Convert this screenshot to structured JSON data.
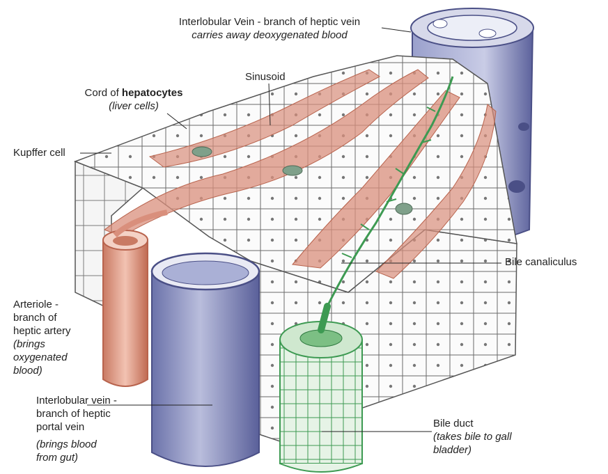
{
  "labels": {
    "interlobular_vein_top": {
      "title": "Interlobular Vein - branch of heptic vein",
      "note": "carries away deoxygenated blood"
    },
    "sinusoid": "Sinusoid",
    "cord": {
      "prefix": "Cord of ",
      "bold": "hepatocytes",
      "note": "(liver cells)"
    },
    "kupffer": "Kupffer cell",
    "bile_canaliculus": "Bile canaliculus",
    "arteriole": {
      "line1": "Arteriole -",
      "line2": "branch of",
      "line3": "heptic artery",
      "note1": "(brings",
      "note2": "oxygenated",
      "note3": "blood)"
    },
    "portal_vein": {
      "line1": "Interlobular vein -",
      "line2": "branch of heptic",
      "line3": "portal vein",
      "note1": "(brings blood",
      "note2": "from gut)"
    },
    "bile_duct": {
      "title": "Bile duct",
      "note1": "(takes bile to gall",
      "note2": "bladder)"
    }
  },
  "colors": {
    "vein_blue": "#7d84b8",
    "vein_blue_dark": "#4a4f86",
    "artery_red": "#e2a08e",
    "artery_edge": "#b8634d",
    "sinusoid_red": "#d98f7c",
    "bile_green": "#3d9a52",
    "cell_outline": "#555555"
  }
}
